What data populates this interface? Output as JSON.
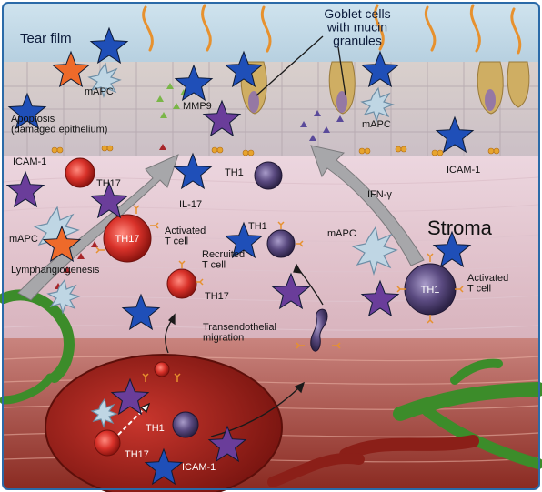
{
  "labels": {
    "tear_film": "Tear film",
    "goblet": "Goblet cells\nwith mucin\ngranules",
    "mapc_top": "mAPC",
    "mmp9": "MMP9",
    "mapc_right_top": "mAPC",
    "apoptosis": "Apoptosis\n(damaged epithelium)",
    "icam_left": "ICAM-1",
    "th17_top": "TH17",
    "il17": "IL-17",
    "th1_mid": "TH1",
    "ifn": "IFN-γ",
    "icam_right": "ICAM-1",
    "stroma": "Stroma",
    "mapc_left": "mAPC",
    "th17_activated_cell": "TH17",
    "activated_th17": "Activated\nT cell",
    "th1_small": "TH1",
    "recruited": "Recruited\nT cell",
    "mapc_right": "mAPC",
    "th17_recruited": "TH17",
    "lymphangio": "Lymphangiogenesis",
    "th1_activated_cell": "TH1",
    "activated_th1": "Activated\nT cell",
    "transendo": "Transendothelial\nmigration",
    "th1_vessel": "TH1",
    "th17_vessel": "TH17",
    "icam_vessel": "ICAM-1"
  },
  "colors": {
    "star_blue": "#1f4fb8",
    "star_purple": "#6a3d9a",
    "star_orange": "#ee6a2a",
    "th17_red": "#d9322a",
    "th1_purple": "#5a4a80",
    "mucin_orange": "#e7912e",
    "vessel_red": "#a3201a",
    "lymph_green": "#3c8c2a"
  }
}
